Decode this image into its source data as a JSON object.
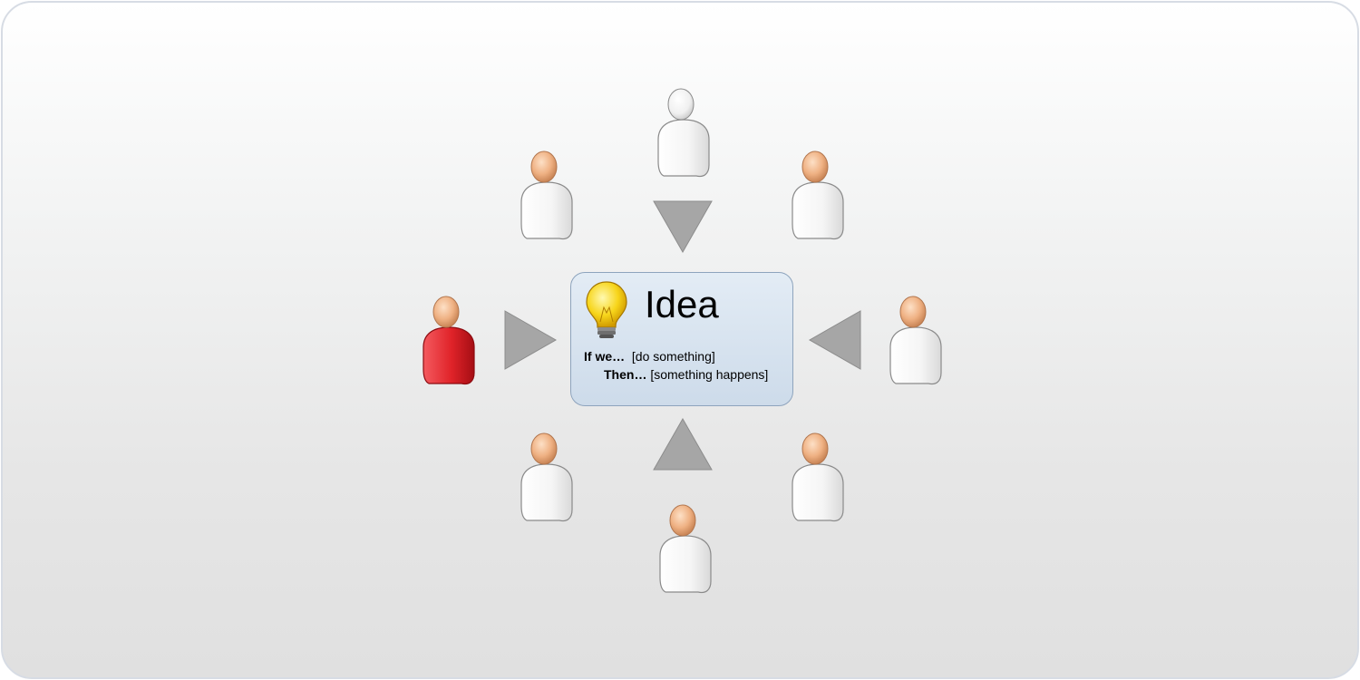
{
  "idea": {
    "title": "Idea",
    "line1_lead": "If we…",
    "line1_text": "[do something]",
    "line2_lead": "Then…",
    "line2_text": "[something happens]"
  },
  "icons": {
    "bulb": "lightbulb-icon",
    "person": "person-icon",
    "arrow": "triangle-arrow-icon"
  },
  "colors": {
    "frame_border": "#d7dce4",
    "box_fill": "#d6e2ee",
    "box_border": "#8ea4bd",
    "arrow_fill": "#a6a6a6",
    "person_body": "#f7f7f7",
    "person_head": "#f0b48a",
    "highlight_person": "#e0242c",
    "gray_person_head": "#f5f5f5"
  },
  "people": [
    {
      "id": "top",
      "variant": "gray"
    },
    {
      "id": "top-left",
      "variant": "normal"
    },
    {
      "id": "top-right",
      "variant": "normal"
    },
    {
      "id": "left",
      "variant": "highlighted"
    },
    {
      "id": "right",
      "variant": "normal"
    },
    {
      "id": "bottom-left",
      "variant": "normal"
    },
    {
      "id": "bottom-right",
      "variant": "normal"
    },
    {
      "id": "bottom",
      "variant": "normal"
    }
  ]
}
